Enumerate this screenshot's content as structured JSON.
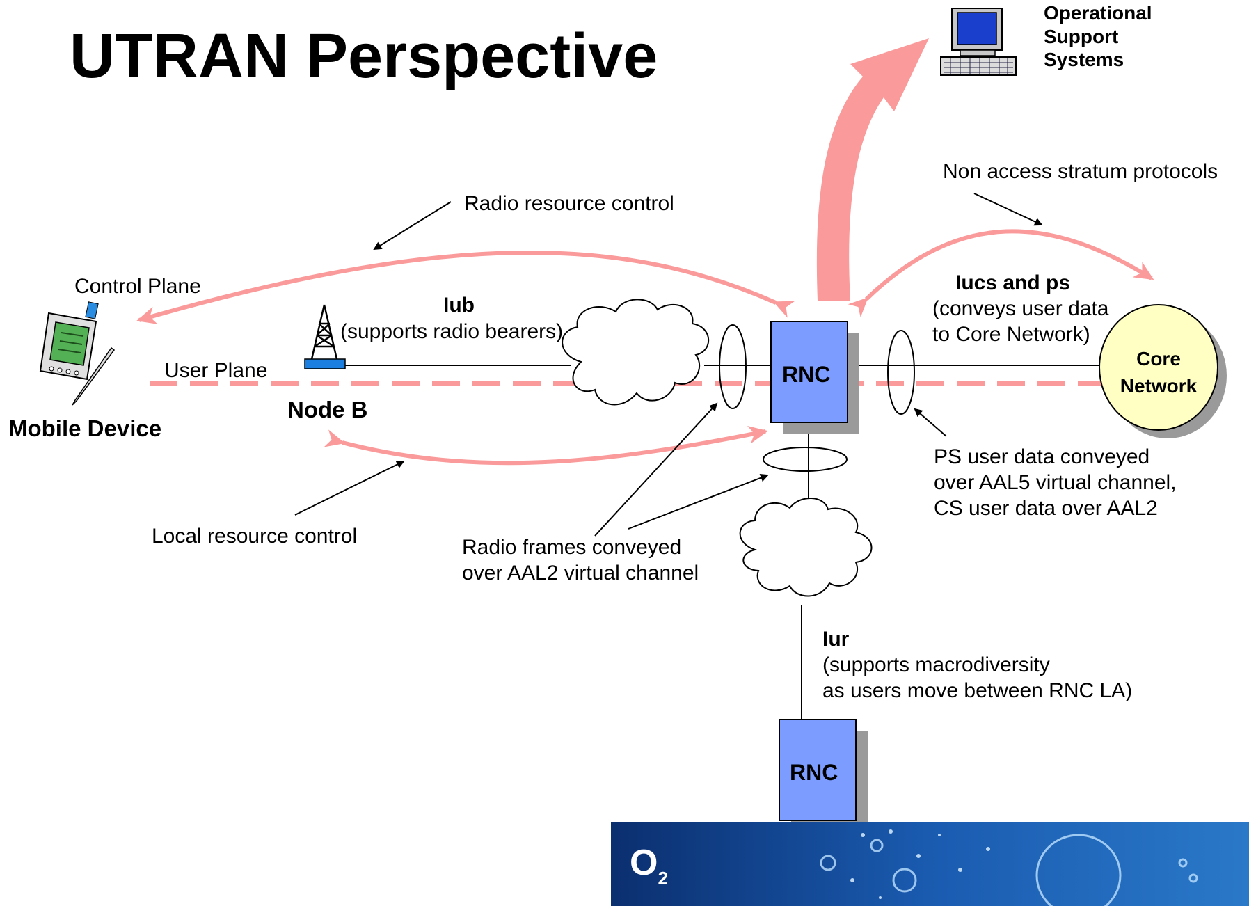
{
  "title": "UTRAN Perspective",
  "oss": {
    "label_line1": "Operational",
    "label_line2": "Support",
    "label_line3": "Systems"
  },
  "labels": {
    "non_access": "Non access stratum protocols",
    "radio_resource": "Radio resource control",
    "control_plane": "Control Plane",
    "user_plane": "User Plane",
    "mobile_device": "Mobile Device",
    "node_b": "Node B",
    "iub_title": "Iub",
    "iub_desc": "(supports radio bearers)",
    "iucs_title": "Iucs and ps",
    "iucs_desc1": "(conveys user data",
    "iucs_desc2": "to Core Network)",
    "rnc_main": "RNC",
    "rnc_lower": "RNC",
    "core_line1": "Core",
    "core_line2": "Network",
    "ps_line1": "PS user data conveyed",
    "ps_line2": "over AAL5 virtual channel,",
    "ps_line3": "CS user data over AAL2",
    "local_resource": "Local resource control",
    "radio_frames1": "Radio frames conveyed",
    "radio_frames2": "over AAL2 virtual channel",
    "iur_title": "Iur",
    "iur_desc1": "(supports macrodiversity",
    "iur_desc2": "as users move between RNC LA)"
  },
  "logo": {
    "text": "O",
    "sub": "2"
  },
  "colors": {
    "arrow": "#fa9a9a",
    "rnc_fill": "#7c9dff",
    "core_fill": "#ffffc4",
    "banner": "#0f3f8a"
  }
}
